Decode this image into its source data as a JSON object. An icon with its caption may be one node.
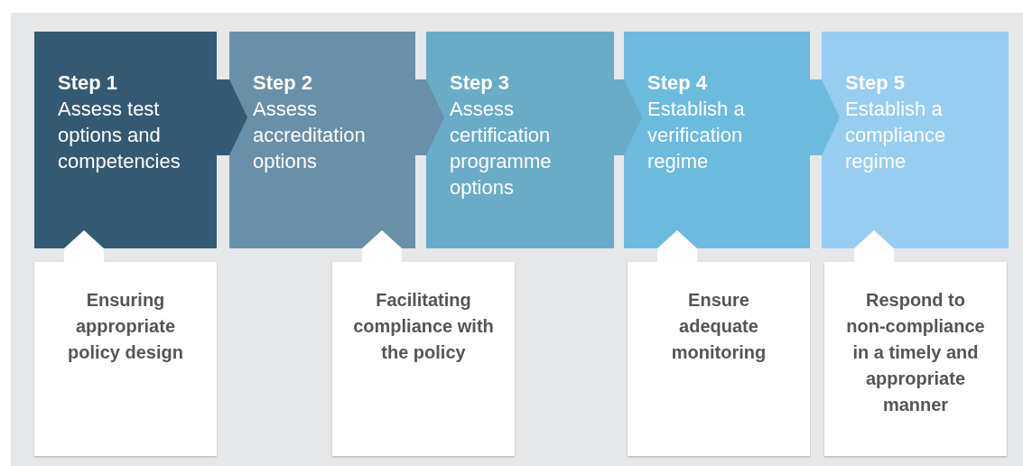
{
  "diagram": {
    "nodes": [
      {
        "text": [
          "Step 1",
          "Assess test options and competencies"
        ]
      },
      {
        "text": [
          "Step 2",
          "Assess accreditation options"
        ]
      },
      {
        "text": [
          "Step 3",
          "Assess certification programme options"
        ]
      },
      {
        "text": [
          "Step 4",
          "Establish a verification regime"
        ]
      },
      {
        "text": [
          "Step 5",
          "Establish a compliance regime"
        ]
      },
      {
        "text": [
          "Ensuring appropriate policy design"
        ]
      },
      {
        "text": [
          "Facilitating compliance with the policy"
        ]
      },
      {
        "text": [
          "Ensure adequate monitoring"
        ]
      },
      {
        "text": [
          "Respond to non-compliance in a timely and appropriate manner"
        ]
      }
    ],
    "edges": [
      {
        "from": 0,
        "to": 1,
        "arrow": "to",
        "style": "thick",
        "color": "#345a73"
      },
      {
        "from": 1,
        "to": 2,
        "arrow": "to",
        "style": "thick",
        "color": "#6890a8"
      },
      {
        "from": 2,
        "to": 3,
        "arrow": "to",
        "style": "thick",
        "color": "#6aabc8"
      },
      {
        "from": 3,
        "to": 4,
        "arrow": "to",
        "style": "thick",
        "color": "#6dbadf"
      },
      {
        "from": 5,
        "to": 0,
        "arrow": "to",
        "color": "#ffffff"
      },
      {
        "from": 6,
        "to": 1,
        "arrow": "to",
        "color": "#ffffff"
      },
      {
        "from": 7,
        "to": 3,
        "arrow": "to",
        "color": "#ffffff"
      },
      {
        "from": 8,
        "to": 4,
        "arrow": "to",
        "color": "#ffffff"
      }
    ]
  }
}
